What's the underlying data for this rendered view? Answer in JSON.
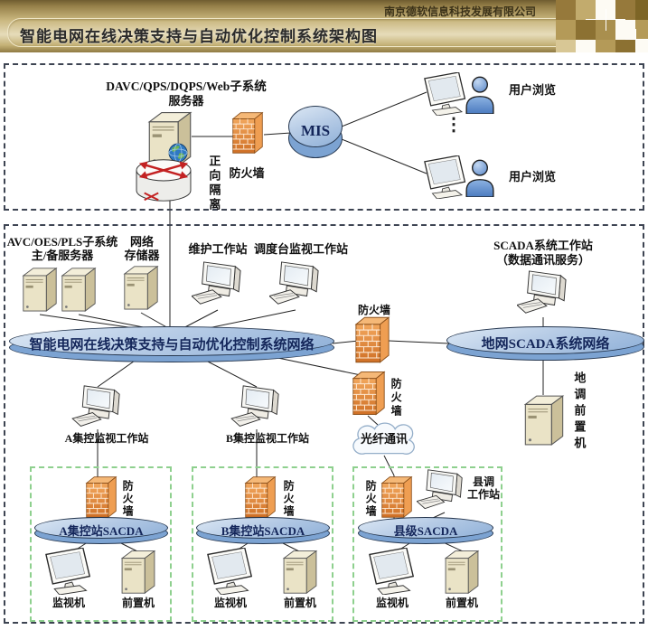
{
  "header": {
    "company": "南京德软信息科技发展有限公司",
    "title": "智能电网在线决策支持与自动优化控制系统架构图"
  },
  "top": {
    "server_label_line1": "DAVC/QPS/DQPS/Web子系统",
    "server_label_line2": "服务器",
    "isolation_label": "正向隔离",
    "firewall_label": "防火墙",
    "mis_label": "MIS",
    "user_browse_1": "用户浏览",
    "user_browse_2": "用户浏览",
    "dots": "⋮"
  },
  "mid": {
    "avc_label_line1": "AVC/OES/PLS子系统",
    "avc_label_line2": "主/备服务器",
    "storage_label_line1": "网络",
    "storage_label_line2": "存储器",
    "maintenance_ws": "维护工作站",
    "dispatch_ws": "调度台监视工作站",
    "scada_ws_line1": "SCADA系统工作站",
    "scada_ws_line2": "（数据通讯服务）",
    "main_network": "智能电网在线决策支持与自动优化控制系统网络",
    "right_network": "地网SCADA系统网络",
    "firewall_bridge": "防火墙",
    "firewall_down": "防火墙",
    "fiber_cloud": "光纤通讯",
    "dd_front_machine": "地调前置机",
    "ws_a": "A集控监视工作站",
    "ws_b": "B集控监视工作站"
  },
  "stations": [
    {
      "firewall": "防火墙",
      "network": "A集控站SACDA",
      "monitor": "监视机",
      "front": "前置机"
    },
    {
      "firewall": "防火墙",
      "network": "B集控站SACDA",
      "monitor": "监视机",
      "front": "前置机"
    },
    {
      "firewall": "防火墙",
      "workstation_l1": "县调",
      "workstation_l2": "工作站",
      "network": "县级SACDA",
      "monitor": "监视机",
      "front": "前置机"
    }
  ],
  "icons": {
    "tower-server-icon": "beige 3d tower css/svg box",
    "globe-icon": "blue globe circle",
    "firewall-icon": "orange brick wall block",
    "isolation-router-icon": "white cylinder with red cross arrows",
    "desktop-workstation-icon": "crt monitor with keyboard",
    "flat-monitor-icon": "lcd monitor with stand",
    "person-icon": "blue user figure",
    "cloud-icon": "fiber cloud outline",
    "network-disk-icon": "blue ellipse disk"
  },
  "colors": {
    "header_gold": "#c9b67e",
    "firewall_orange": "#e8913e",
    "network_blue": "#a8c6e4",
    "ellipse_text_navy": "#14265a",
    "station_box_green": "#8ed08e",
    "wire": "#222222"
  }
}
